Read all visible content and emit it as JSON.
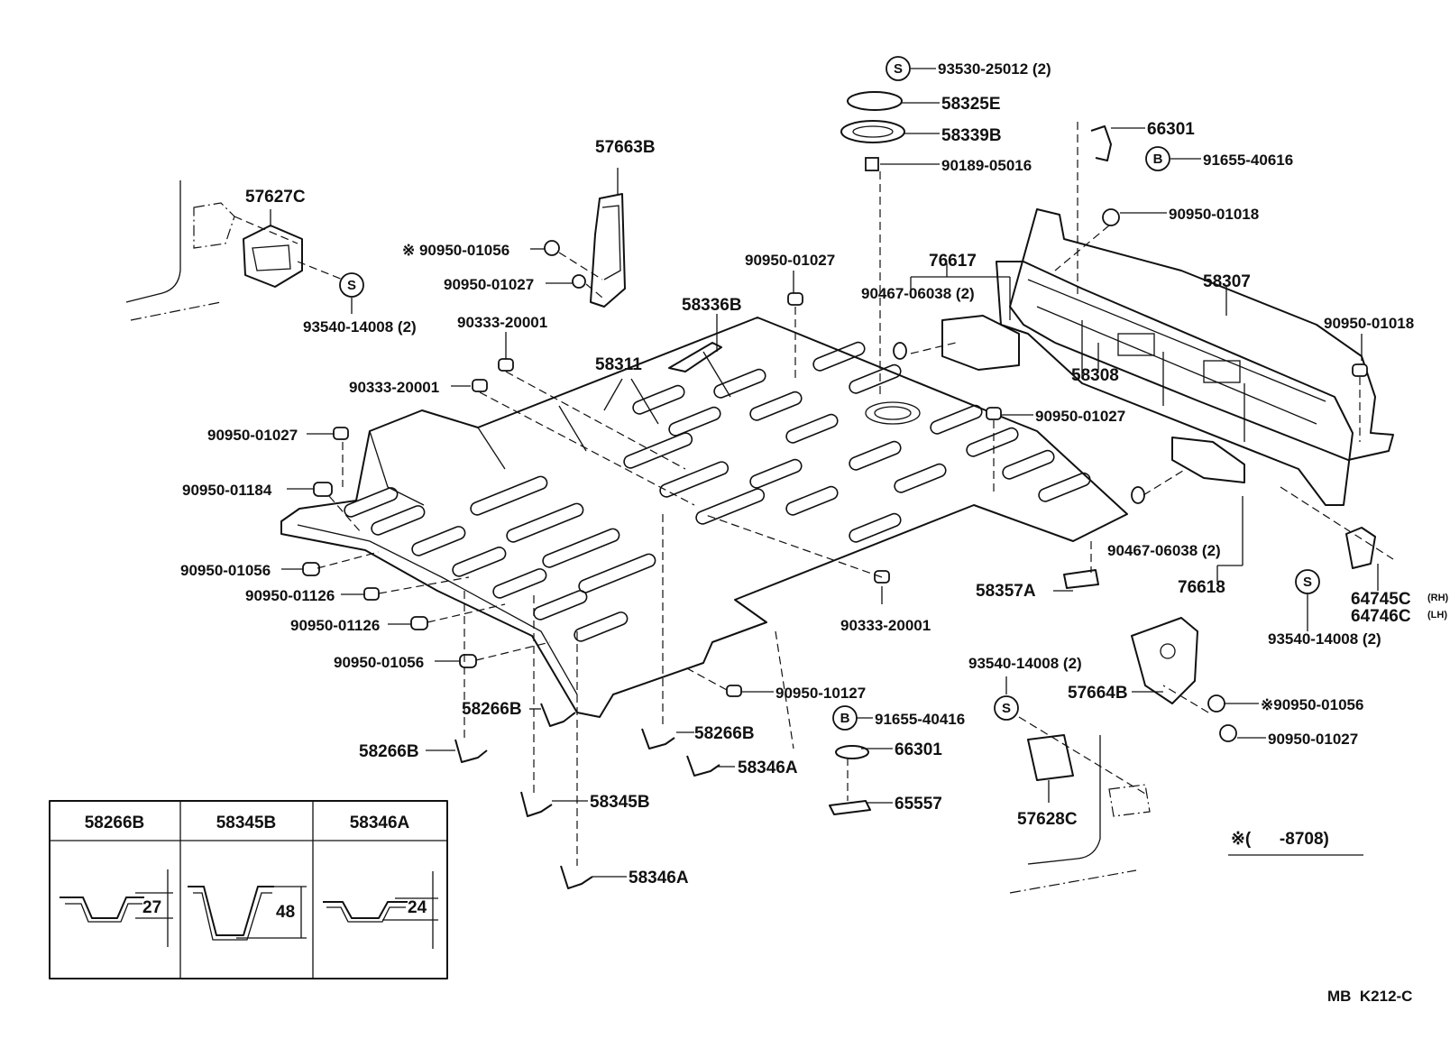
{
  "diagram_code": "MB  K212-C",
  "note": "※(      -8708)",
  "assembly": {
    "floor_pan": "58311",
    "rear_cross_member": "58307",
    "rear_cross_member_inner": "58308",
    "rear_floor_bracket_upper": "58336B",
    "floor_plate_center": "58357A",
    "tie_down_plate": "65557",
    "hook_lower": "66301",
    "hook_upper": "66301",
    "hole_cover_a": "58325E",
    "hole_cover_b": "58339B",
    "seal_plate_rh": "76617",
    "seal_plate_lh": "76618",
    "step_bracket_lh": "57627C",
    "step_bracket_rh": "57628C",
    "rear_side_bracket": "57663B",
    "rear_side_panel": "57664B",
    "lamp_bracket_rh": "64745C",
    "lamp_bracket_lh": "64746C",
    "rh": "(RH)",
    "lh": "(LH)"
  },
  "fasteners": {
    "screw_93530": "93530-25012 (2)",
    "plug_90189": "90189-05016",
    "bolt_91655_upper": "91655-40616",
    "bolt_91655_lower": "91655-40416",
    "plug_01018_a": "90950-01018",
    "plug_01018_b": "90950-01018",
    "clip_90467_a": "90467-06038 (2)",
    "clip_90467_b": "90467-06038 (2)",
    "plug_01027_top": "90950-01027",
    "plug_01027_right": "90950-01027",
    "plug_01027_left": "90950-01027",
    "plug_01027_bracket": "90950-01027",
    "plug_01027_panel": "90950-01027",
    "plug_01056_bracket": "※ 90950-01056",
    "plug_01056_panel": "※90950-01056",
    "plug_01056_a": "90950-01056",
    "plug_01056_b": "90950-01056",
    "plug_01184": "90950-01184",
    "plug_01126_a": "90950-01126",
    "plug_01126_b": "90950-01126",
    "plug_10127": "90950-10127",
    "grommet_20001_a": "90333-20001",
    "grommet_20001_b": "90333-20001",
    "grommet_20001_c": "90333-20001",
    "screw_93540_a": "93540-14008 (2)",
    "screw_93540_b": "93540-14008 (2)",
    "screw_93540_c": "93540-14008 (2)",
    "bracket_58266B_a": "58266B",
    "bracket_58266B_b": "58266B",
    "bracket_58266B_c": "58266B",
    "bracket_58345B": "58345B",
    "bracket_58346A_a": "58346A",
    "bracket_58346A_b": "58346A"
  },
  "symbols": {
    "s": "S",
    "b": "B"
  },
  "inset": {
    "columns": [
      {
        "part": "58266B",
        "dimension": "27"
      },
      {
        "part": "58345B",
        "dimension": "48"
      },
      {
        "part": "58346A",
        "dimension": "24"
      }
    ]
  }
}
